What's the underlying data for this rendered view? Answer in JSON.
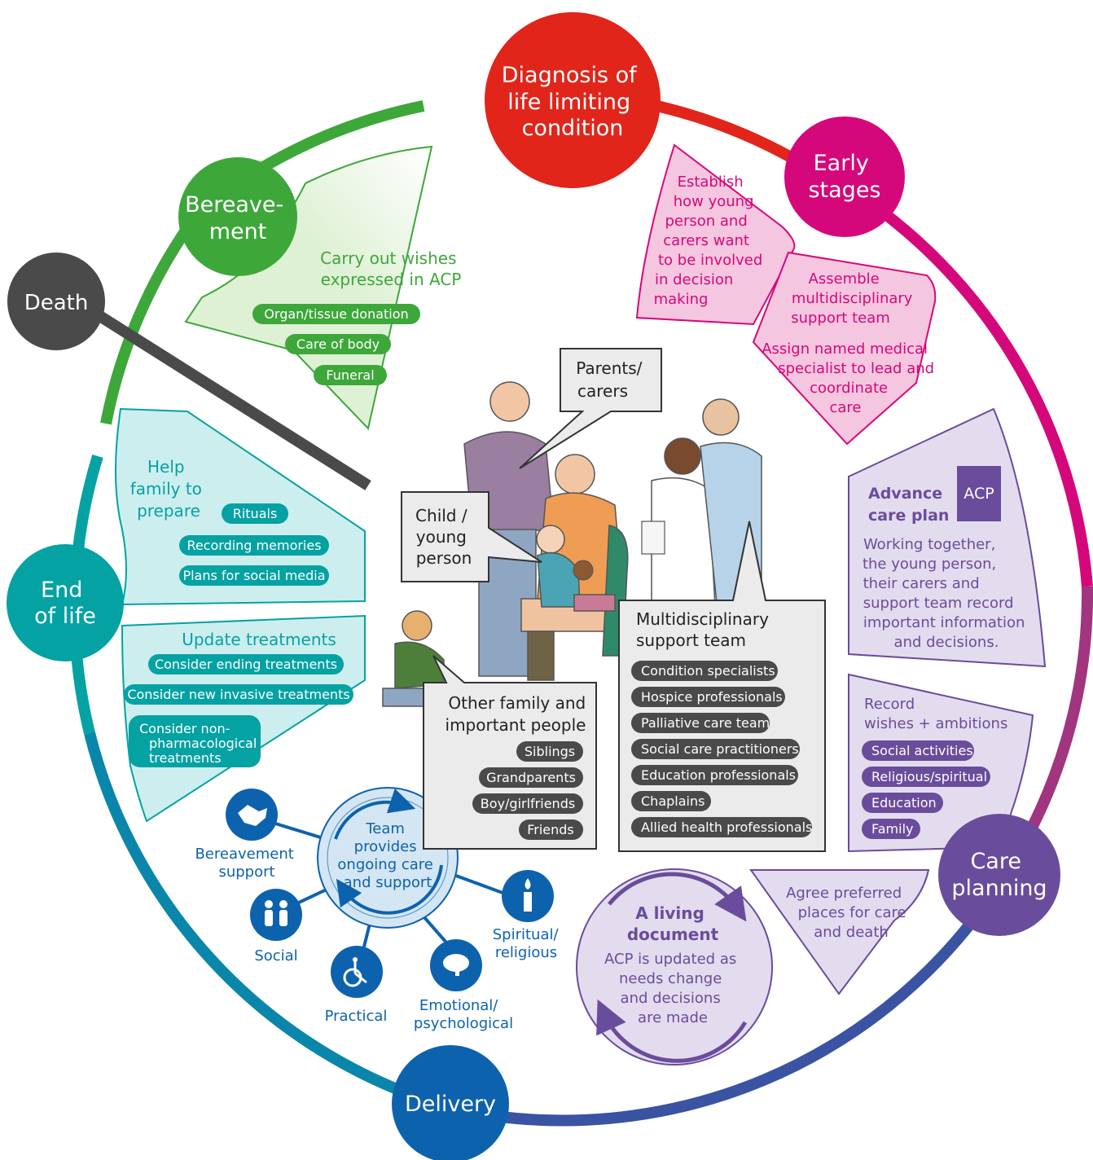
{
  "colors": {
    "red": "#e1251b",
    "magenta": "#d5087b",
    "purple": "#6a4c9c",
    "blue": "#0d62ad",
    "teal": "#05a2a3",
    "green": "#3da73a",
    "death": "#4a4a4a",
    "pink_fill": "#f5c6df",
    "lilac_fill": "#e3dcee",
    "teal_fill": "#cdeeee",
    "green_fill": "#dff1d5",
    "blue_fill": "#d4e6f4",
    "grey_fill": "#ebebeb"
  },
  "stages": {
    "diagnosis": [
      "Diagnosis of",
      "life limiting",
      "condition"
    ],
    "early": [
      "Early",
      "stages"
    ],
    "care_planning": [
      "Care",
      "planning"
    ],
    "delivery": [
      "Delivery"
    ],
    "end_of_life": [
      "End",
      "of life"
    ],
    "death": [
      "Death"
    ],
    "bereavement": [
      "Bereave-",
      "ment"
    ]
  },
  "early_stages": {
    "establish": [
      "Establish",
      "how young",
      "person and",
      "carers want",
      "to be involved",
      "in decision",
      "making"
    ],
    "assemble": [
      "Assemble",
      "multidisciplinary",
      "support team"
    ],
    "assign": [
      "Assign named medical",
      "specialist to lead and",
      "coordinate",
      "care"
    ]
  },
  "acp": {
    "title": [
      "Advance",
      "care plan"
    ],
    "badge": "ACP",
    "body": [
      "Working together,",
      "the young person,",
      "their carers and",
      "support team record",
      "important information",
      "and decisions."
    ]
  },
  "record": {
    "title": [
      "Record",
      "wishes + ambitions"
    ],
    "items": [
      "Social activities",
      "Religious/spiritual",
      "Education",
      "Family"
    ]
  },
  "agree": [
    "Agree preferred",
    "places for care",
    "and death"
  ],
  "living": {
    "title": [
      "A living",
      "document"
    ],
    "body": [
      "ACP is updated as",
      "needs change",
      "and decisions",
      "are made"
    ]
  },
  "team_support": {
    "center": [
      "Team",
      "provides",
      "ongoing care",
      "and support"
    ],
    "bereavement": [
      "Bereavement",
      "support"
    ],
    "social": [
      "Social"
    ],
    "practical": [
      "Practical"
    ],
    "emotional": [
      "Emotional/",
      "psychological"
    ],
    "spiritual": [
      "Spiritual/",
      "religious"
    ]
  },
  "help_family": {
    "title": [
      "Help",
      "family to",
      "prepare"
    ],
    "items": [
      "Rituals",
      "Recording memories",
      "Plans for social media"
    ]
  },
  "update_treatments": {
    "title": "Update treatments",
    "items": [
      "Consider ending treatments",
      "Consider new invasive treatments"
    ],
    "non_pharm": [
      "Consider non-",
      "pharmacological",
      "treatments"
    ]
  },
  "carry_out": {
    "title": [
      "Carry out wishes",
      "expressed in ACP"
    ],
    "items": [
      "Organ/tissue donation",
      "Care of body",
      "Funeral"
    ]
  },
  "parents": [
    "Parents/",
    "carers"
  ],
  "child": [
    "Child /",
    "young",
    "person"
  ],
  "other_family": {
    "title": [
      "Other family and",
      "important people"
    ],
    "items": [
      "Siblings",
      "Grandparents",
      "Boy/girlfriends",
      "Friends"
    ]
  },
  "mdt": {
    "title": [
      "Multidisciplinary",
      "support team"
    ],
    "items": [
      "Condition specialists",
      "Hospice professionals",
      "Palliative care team",
      "Social care practitioners",
      "Education professionals",
      "Chaplains",
      "Allied health professionals"
    ]
  },
  "icons": [
    "handshake-icon",
    "people-icon",
    "wheelchair-icon",
    "brain-icon",
    "candle-icon",
    "cycle-arrows-icon"
  ]
}
